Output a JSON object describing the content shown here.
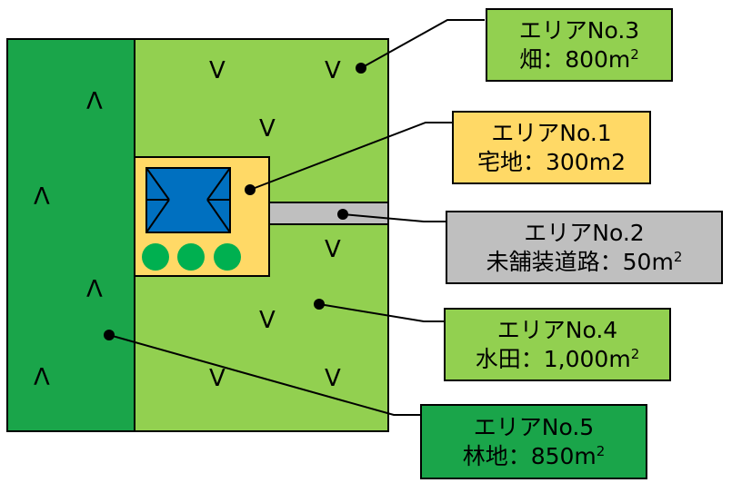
{
  "colors": {
    "forest": "#1aa54a",
    "field": "#92d050",
    "residential": "#ffd966",
    "road": "#bfbfbf",
    "building": "#0070c0",
    "trees": "#00b050",
    "outline": "#000000"
  },
  "symbols": {
    "forest_mark": "Λ",
    "field_mark": "V"
  },
  "labels": [
    {
      "id": "area3",
      "title": "エリアNo.3",
      "desc": "畑：800m",
      "sup": "2",
      "color": "#92d050"
    },
    {
      "id": "area1",
      "title": "エリアNo.1",
      "desc": "宅地：300m2",
      "sup": "",
      "color": "#ffd966"
    },
    {
      "id": "area2",
      "title": "エリアNo.2",
      "desc": "未舗装道路：50m",
      "sup": "2",
      "color": "#bfbfbf"
    },
    {
      "id": "area4",
      "title": "エリアNo.4",
      "desc": "水田：1,000m",
      "sup": "2",
      "color": "#92d050"
    },
    {
      "id": "area5",
      "title": "エリアNo.5",
      "desc": "林地：850m",
      "sup": "2",
      "color": "#1aa54a"
    }
  ]
}
